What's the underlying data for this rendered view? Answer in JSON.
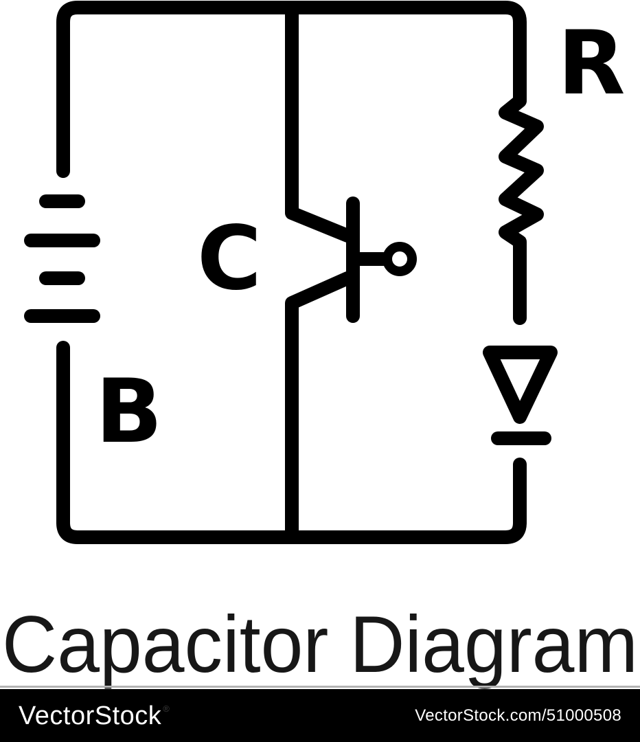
{
  "figure": {
    "title": "Capacitor Diagram",
    "component_labels": {
      "battery": "B",
      "transistor": "C",
      "resistor": "R"
    }
  },
  "footer": {
    "brand": "VectorStock",
    "registered_symbol": "®",
    "image_credit": "VectorStock.com/51000508"
  },
  "colors": {
    "ink": "#000000",
    "background": "#ffffff",
    "divider": "#b3b3b3",
    "footer_background": "#000000",
    "footer_text": "#ffffff"
  }
}
